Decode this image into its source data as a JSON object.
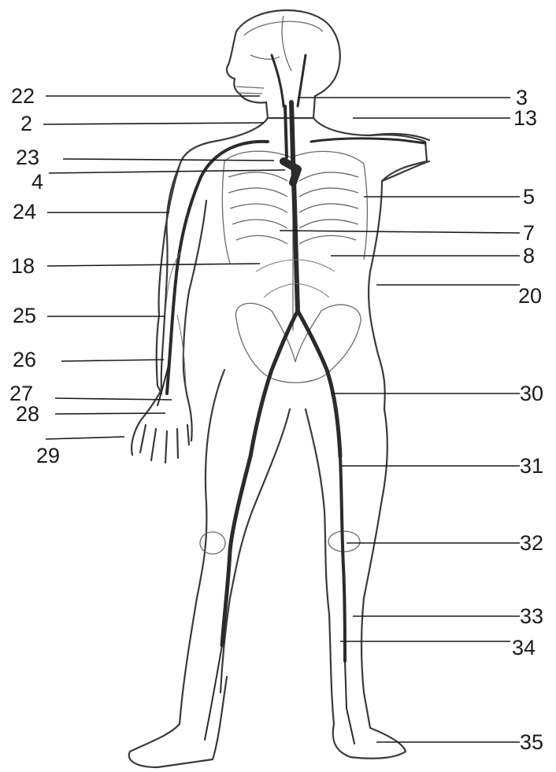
{
  "diagram": {
    "labels": [
      {
        "id": "lbl-22",
        "text": "22"
      },
      {
        "id": "lbl-2",
        "text": "2"
      },
      {
        "id": "lbl-23",
        "text": "23"
      },
      {
        "id": "lbl-4",
        "text": "4"
      },
      {
        "id": "lbl-24",
        "text": "24"
      },
      {
        "id": "lbl-18",
        "text": "18"
      },
      {
        "id": "lbl-25",
        "text": "25"
      },
      {
        "id": "lbl-26",
        "text": "26"
      },
      {
        "id": "lbl-27",
        "text": "27"
      },
      {
        "id": "lbl-28",
        "text": "28"
      },
      {
        "id": "lbl-29",
        "text": "29"
      },
      {
        "id": "lbl-3",
        "text": "3"
      },
      {
        "id": "lbl-13",
        "text": "13"
      },
      {
        "id": "lbl-5",
        "text": "5"
      },
      {
        "id": "lbl-7",
        "text": "7"
      },
      {
        "id": "lbl-8",
        "text": "8"
      },
      {
        "id": "lbl-20",
        "text": "20"
      },
      {
        "id": "lbl-30",
        "text": "30"
      },
      {
        "id": "lbl-31",
        "text": "31"
      },
      {
        "id": "lbl-32",
        "text": "32"
      },
      {
        "id": "lbl-33",
        "text": "33"
      },
      {
        "id": "lbl-34",
        "text": "34"
      },
      {
        "id": "lbl-35",
        "text": "35"
      }
    ]
  }
}
